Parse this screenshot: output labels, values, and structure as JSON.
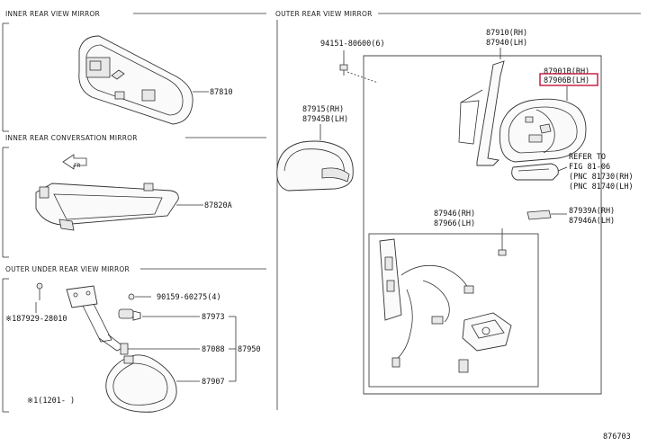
{
  "sections": {
    "inner_rear_view_mirror": "INNER REAR VIEW MIRROR",
    "inner_rear_conversation_mirror": "INNER REAR CONVERSATION MIRROR",
    "outer_under_rear_view_mirror": "OUTER UNDER REAR VIEW MIRROR",
    "outer_rear_view_mirror": "OUTER REAR VIEW MIRROR"
  },
  "labels": {
    "p87810": "87810",
    "p87820A": "87820A",
    "p90159": "90159-60275(4)",
    "p87973": "87973",
    "p87929": "※187929-28010",
    "p87088": "87088",
    "p87950": "87950",
    "p87907": "87907",
    "footnote": "※1(1201-    )",
    "p94151": "94151-80600(6)",
    "p87910": "87910(RH)",
    "p87940": "87940(LH)",
    "p87915": "87915(RH)",
    "p87945B": "87945B(LH)",
    "p87901B": "87901B(RH)",
    "p87906B": "87906B(LH)",
    "refer1": "REFER TO",
    "refer2": "FIG 81-06",
    "refer3": "(PNC 81730(RH)",
    "refer4": "(PNC 81740(LH)",
    "p87946": "87946(RH)",
    "p87966": "87966(LH)",
    "p87939A": "87939A(RH)",
    "p87946A": "87946A(LH)",
    "fig_code": "876703"
  },
  "colors": {
    "highlight": "#c0143c",
    "line": "#333333"
  }
}
